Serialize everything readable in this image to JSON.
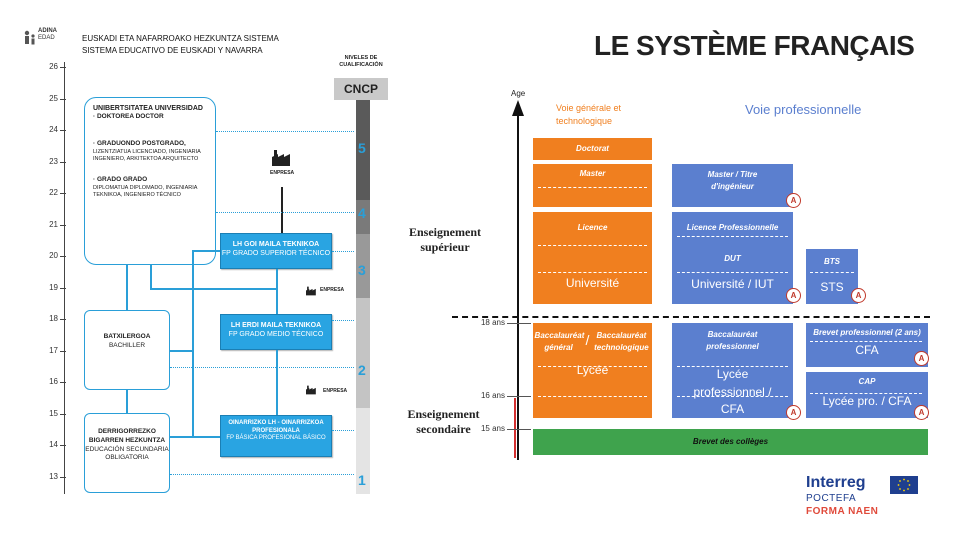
{
  "left": {
    "axis_title_line1": "ADINA",
    "axis_title_line2": "EDAD",
    "title_line1": "EUSKADI ETA NAFARROAKO HEZKUNTZA SISTEMA",
    "title_line2": "SISTEMA EDUCATIVO DE EUSKADI Y NAVARRA",
    "ages": [
      "26",
      "25",
      "24",
      "23",
      "22",
      "21",
      "20",
      "19",
      "18",
      "17",
      "16",
      "15",
      "14",
      "13"
    ],
    "cncp_header": "NIVELES DE CUALIFICACIÓN",
    "cncp_title": "CNCP",
    "levels": [
      "5",
      "4",
      "3",
      "2",
      "1"
    ],
    "university": {
      "title": "UNIBERTSITATEA UNIVERSIDAD",
      "doctor": "· DOKTOREA DOCTOR",
      "grad1": "· GRADUONDO POSTGRADO,",
      "grad2": "LIZENTZIATUA LICENCIADO, INGENIARIA",
      "grad3": "INGENIERO, ARKITEKTOA ARQUITECTO",
      "grado1": "· GRADO GRADO",
      "grado2": "DIPLOMATUA DIPLOMADO, INGENIARIA",
      "grado3": "TEKNIKOA, INGENIERO TÉCNICO"
    },
    "bachiller": {
      "line1": "BATXILERGOA",
      "line2": "BACHILLER"
    },
    "secondary": {
      "line1": "DERRIGORREZKO",
      "line2": "BIGARREN HEZKUNTZA",
      "line3": "EDUCACIÓN SECUNDARIA",
      "line4": "OBLIGATORIA"
    },
    "fp_superior": {
      "line1": "LH GOI MAILA TEKNIKOA",
      "line2": "FP GRADO SUPERIOR TÉCNICO"
    },
    "fp_medio": {
      "line1": "LH ERDI MAILA TEKNIKOA",
      "line2": "FP GRADO MEDIO TÉCNICO"
    },
    "fp_basica": {
      "line1": "OINARRIZKO LH - OINARRIZKOA",
      "line2": "PROFESIONALA",
      "line3": "FP BÁSICA PROFESIONAL BÁSICO"
    },
    "empresa_big": "ENPRESA",
    "empresa_small1": "ENPRESA",
    "empresa_small2": "ENPRESA"
  },
  "right": {
    "title": "LE SYSTÈME FRANÇAIS",
    "axis_label": "Age",
    "header_general": "Voie générale et technologique",
    "header_pro": "Voie professionnelle",
    "label_superieur": "Enseignement supérieur",
    "label_secondaire": "Enseignement secondaire",
    "ticks": [
      "18 ans",
      "16 ans",
      "15 ans"
    ],
    "doctorat": "Doctorat",
    "master": "Master",
    "licence": "Licence",
    "universite": "Université",
    "master_pro": "Master / Titre d'ingénieur",
    "licence_pro": "Licence Professionnelle",
    "dut": "DUT",
    "universite_iut": "Université / IUT",
    "bts": "BTS",
    "sts": "STS",
    "bac_general": "Baccalauréat général",
    "bac_techno": "Baccalauréat technologique",
    "lycee": "Lycée",
    "bac_pro": "Baccalauréat professionnel",
    "lycee_pro": "Lycée professionnel / CFA",
    "brevet_pro": "Brevet professionnel (2 ans)",
    "cfa": "CFA",
    "cap": "CAP",
    "lycee_pro_cfa": "Lycée pro. / CFA",
    "brevet_colleges": "Brevet des collèges",
    "a_badge": "A"
  },
  "logo": {
    "interreg": "Interreg",
    "poctefa": "POCTEFA",
    "forma": "FORMA NAEN"
  },
  "colors": {
    "orange": "#f07f1f",
    "blue": "#5b7fcf",
    "green": "#3fa34d",
    "cyan": "#29a4e2",
    "logo_blue": "#1f3f8f",
    "logo_red": "#e04a3b"
  }
}
